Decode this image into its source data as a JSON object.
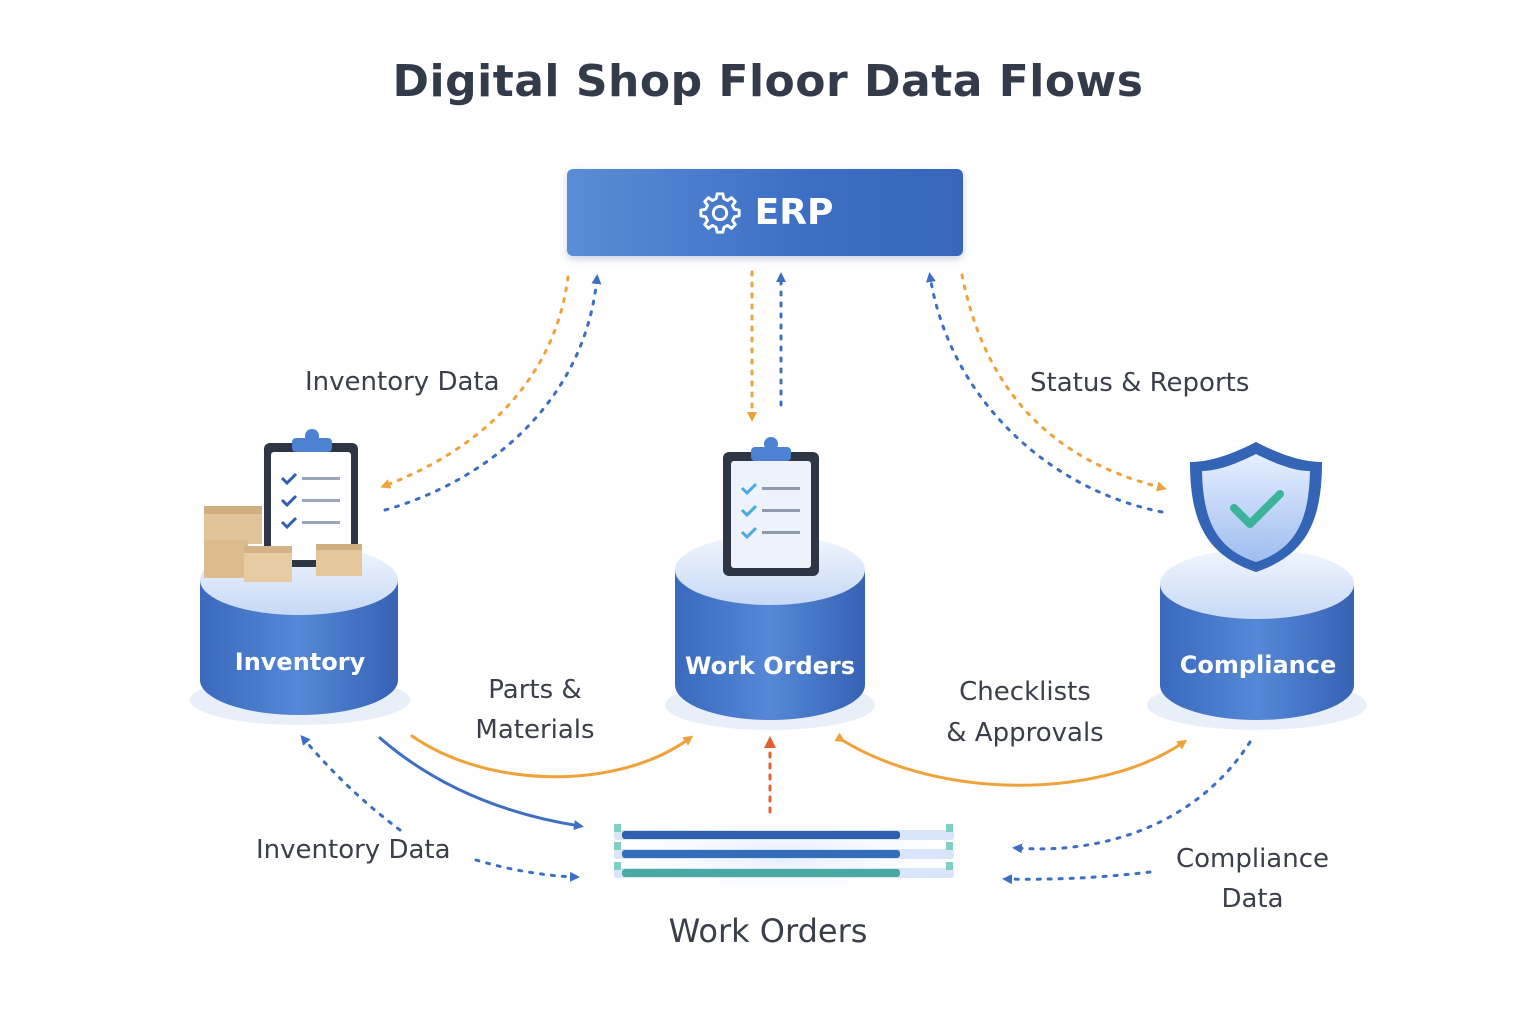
{
  "title": "Digital Shop Floor Data Flows",
  "erp": {
    "label": "ERP",
    "icon": "gear-icon"
  },
  "nodes": {
    "inventory": {
      "label": "Inventory",
      "icon": "clipboard-boxes-icon"
    },
    "work_orders": {
      "label": "Work Orders",
      "icon": "clipboard-icon"
    },
    "compliance": {
      "label": "Compliance",
      "icon": "shield-check-icon"
    }
  },
  "flow_labels": {
    "erp_inventory": "Inventory Data",
    "erp_compliance": "Status & Reports",
    "parts_line1": "Parts &",
    "parts_line2": "Materials",
    "checklists_line1": "Checklists",
    "checklists_line2": "& Approvals",
    "inventory_bottom": "Inventory Data",
    "compliance_line1": "Compliance",
    "compliance_line2": "Data"
  },
  "bottom_title": "Work Orders",
  "colors": {
    "blue": "#3c6fc4",
    "orange": "#f0a23a",
    "red_orange": "#e2622c",
    "teal": "#55b6a6",
    "text": "#3a3f4a"
  }
}
